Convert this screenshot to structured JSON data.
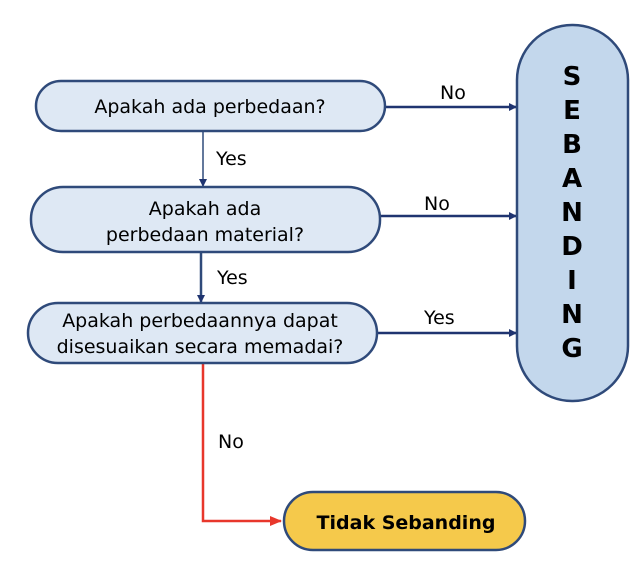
{
  "nodes": {
    "q1": "Apakah ada perbedaan?",
    "q2_line1": "Apakah ada",
    "q2_line2": "perbedaan material?",
    "q3_line1": "Apakah perbedaannya dapat",
    "q3_line2": "disesuaikan secara memadai?",
    "sebanding_letters": [
      "S",
      "E",
      "B",
      "A",
      "N",
      "D",
      "I",
      "N",
      "G"
    ],
    "tidak_sebanding": "Tidak Sebanding"
  },
  "edges": {
    "q1_to_sebanding": "No",
    "q1_to_q2": "Yes",
    "q2_to_sebanding": "No",
    "q2_to_q3": "Yes",
    "q3_to_sebanding": "Yes",
    "q3_to_tidak": "No"
  },
  "colors": {
    "question_fill": "#dee8f4",
    "stroke": "#2f4a7a",
    "sebanding_fill": "#c3d7ec",
    "tidak_fill": "#f5c94b",
    "no_arrow": "#e8372b",
    "arrow": "#1f3470"
  }
}
